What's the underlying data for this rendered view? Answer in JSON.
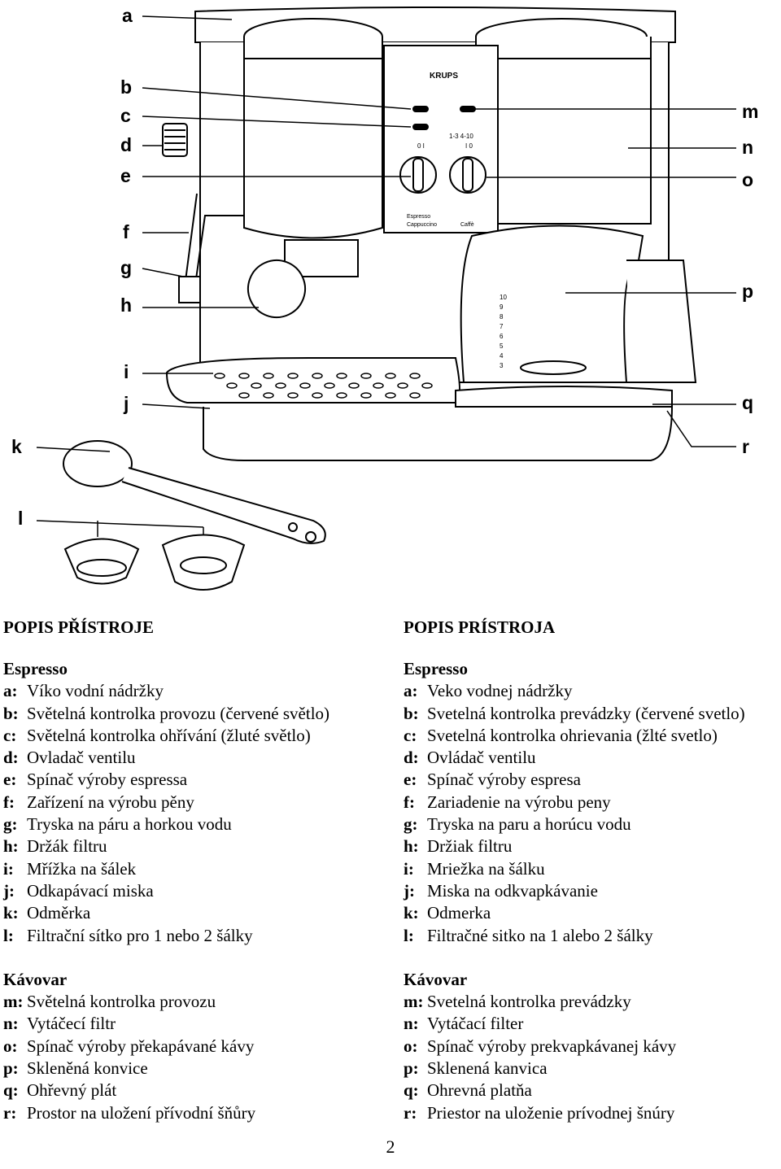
{
  "figure": {
    "callouts": [
      "a",
      "b",
      "c",
      "d",
      "e",
      "f",
      "g",
      "h",
      "i",
      "j",
      "k",
      "l",
      "m",
      "n",
      "o",
      "p",
      "q",
      "r"
    ],
    "panel": {
      "brand": "KRUPS",
      "left_scale": "0   I",
      "right_scale_top": "1-3   4-10",
      "right_scale": "I   0",
      "label_espresso": "Espresso",
      "label_cappuccino": "Cappuccino",
      "label_caffe": "Caffè"
    },
    "carafe_marks": [
      "10",
      "9",
      "8",
      "7",
      "6",
      "5",
      "4",
      "3"
    ]
  },
  "left": {
    "heading": "POPIS PŘÍSTROJE",
    "sections": [
      {
        "title": "Espresso",
        "items": [
          {
            "key": "a:",
            "text": "Víko vodní nádržky"
          },
          {
            "key": "b:",
            "text": "Světelná kontrolka provozu (červené světlo)"
          },
          {
            "key": "c:",
            "text": "Světelná kontrolka ohřívání (žluté světlo)"
          },
          {
            "key": "d:",
            "text": "Ovladač ventilu"
          },
          {
            "key": "e:",
            "text": "Spínač výroby espressa"
          },
          {
            "key": "f:",
            "text": "Zařízení na výrobu pěny"
          },
          {
            "key": "g:",
            "text": "Tryska na páru a horkou vodu"
          },
          {
            "key": "h:",
            "text": "Držák filtru"
          },
          {
            "key": "i:",
            "text": "Mřížka na šálek"
          },
          {
            "key": "j:",
            "text": "Odkapávací miska"
          },
          {
            "key": "k:",
            "text": "Odměrka"
          },
          {
            "key": "l:",
            "text": "Filtrační sítko pro 1 nebo 2 šálky"
          }
        ]
      },
      {
        "title": "Kávovar",
        "items": [
          {
            "key": "m:",
            "text": "Světelná kontrolka provozu"
          },
          {
            "key": "n:",
            "text": "Vytáčecí filtr"
          },
          {
            "key": "o:",
            "text": "Spínač výroby překapávané kávy"
          },
          {
            "key": "p:",
            "text": "Skleněná konvice"
          },
          {
            "key": "q:",
            "text": "Ohřevný plát"
          },
          {
            "key": "r:",
            "text": "Prostor na uložení přívodní šňůry"
          }
        ]
      }
    ]
  },
  "right": {
    "heading": "POPIS PRÍSTROJA",
    "sections": [
      {
        "title": "Espresso",
        "items": [
          {
            "key": "a:",
            "text": "Veko vodnej nádržky"
          },
          {
            "key": "b:",
            "text": "Svetelná kontrolka prevádzky (červené svetlo)"
          },
          {
            "key": "c:",
            "text": "Svetelná kontrolka ohrievania (žlté svetlo)"
          },
          {
            "key": "d:",
            "text": "Ovládač ventilu"
          },
          {
            "key": "e:",
            "text": "Spínač výroby espresa"
          },
          {
            "key": "f:",
            "text": "Zariadenie na výrobu peny"
          },
          {
            "key": "g:",
            "text": "Tryska na paru a horúcu vodu"
          },
          {
            "key": "h:",
            "text": "Držiak filtru"
          },
          {
            "key": "i:",
            "text": "Mriežka na šálku"
          },
          {
            "key": "j:",
            "text": "Miska na odkvapkávanie"
          },
          {
            "key": "k:",
            "text": "Odmerka"
          },
          {
            "key": "l:",
            "text": "Filtračné sitko na 1 alebo 2 šálky"
          }
        ]
      },
      {
        "title": "Kávovar",
        "items": [
          {
            "key": "m:",
            "text": "Svetelná kontrolka prevádzky"
          },
          {
            "key": "n:",
            "text": "Vytáčací filter"
          },
          {
            "key": "o:",
            "text": "Spínač výroby prekvapkávanej kávy"
          },
          {
            "key": "p:",
            "text": "Sklenená kanvica"
          },
          {
            "key": "q:",
            "text": "Ohrevná platňa"
          },
          {
            "key": "r:",
            "text": "Priestor na uloženie prívodnej šnúry"
          }
        ]
      }
    ]
  },
  "page_number": "2"
}
